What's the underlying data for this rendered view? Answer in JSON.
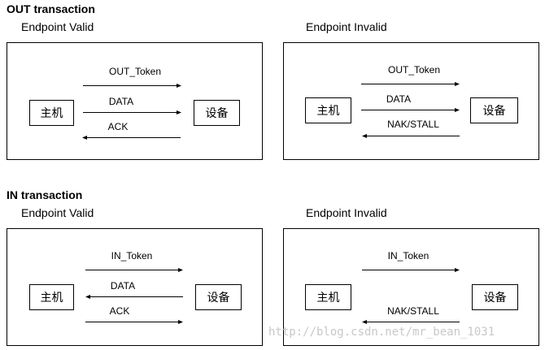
{
  "diagram": {
    "sections": [
      {
        "title": "OUT transaction",
        "cases": [
          {
            "title": "Endpoint Valid",
            "host": "主机",
            "device": "设备",
            "messages": [
              {
                "label": "OUT_Token",
                "direction": "right"
              },
              {
                "label": "DATA",
                "direction": "right"
              },
              {
                "label": "ACK",
                "direction": "left"
              }
            ]
          },
          {
            "title": "Endpoint Invalid",
            "host": "主机",
            "device": "设备",
            "messages": [
              {
                "label": "OUT_Token",
                "direction": "right"
              },
              {
                "label": "DATA",
                "direction": "right"
              },
              {
                "label": "NAK/STALL",
                "direction": "left"
              }
            ]
          }
        ]
      },
      {
        "title": "IN transaction",
        "cases": [
          {
            "title": "Endpoint Valid",
            "host": "主机",
            "device": "设备",
            "messages": [
              {
                "label": "IN_Token",
                "direction": "right"
              },
              {
                "label": "DATA",
                "direction": "left"
              },
              {
                "label": "ACK",
                "direction": "right"
              }
            ]
          },
          {
            "title": "Endpoint Invalid",
            "host": "主机",
            "device": "设备",
            "messages": [
              {
                "label": "IN_Token",
                "direction": "right"
              },
              {
                "label": "NAK/STALL",
                "direction": "left"
              }
            ]
          }
        ]
      }
    ]
  },
  "watermark": "http://blog.csdn.net/mr_bean_1031"
}
